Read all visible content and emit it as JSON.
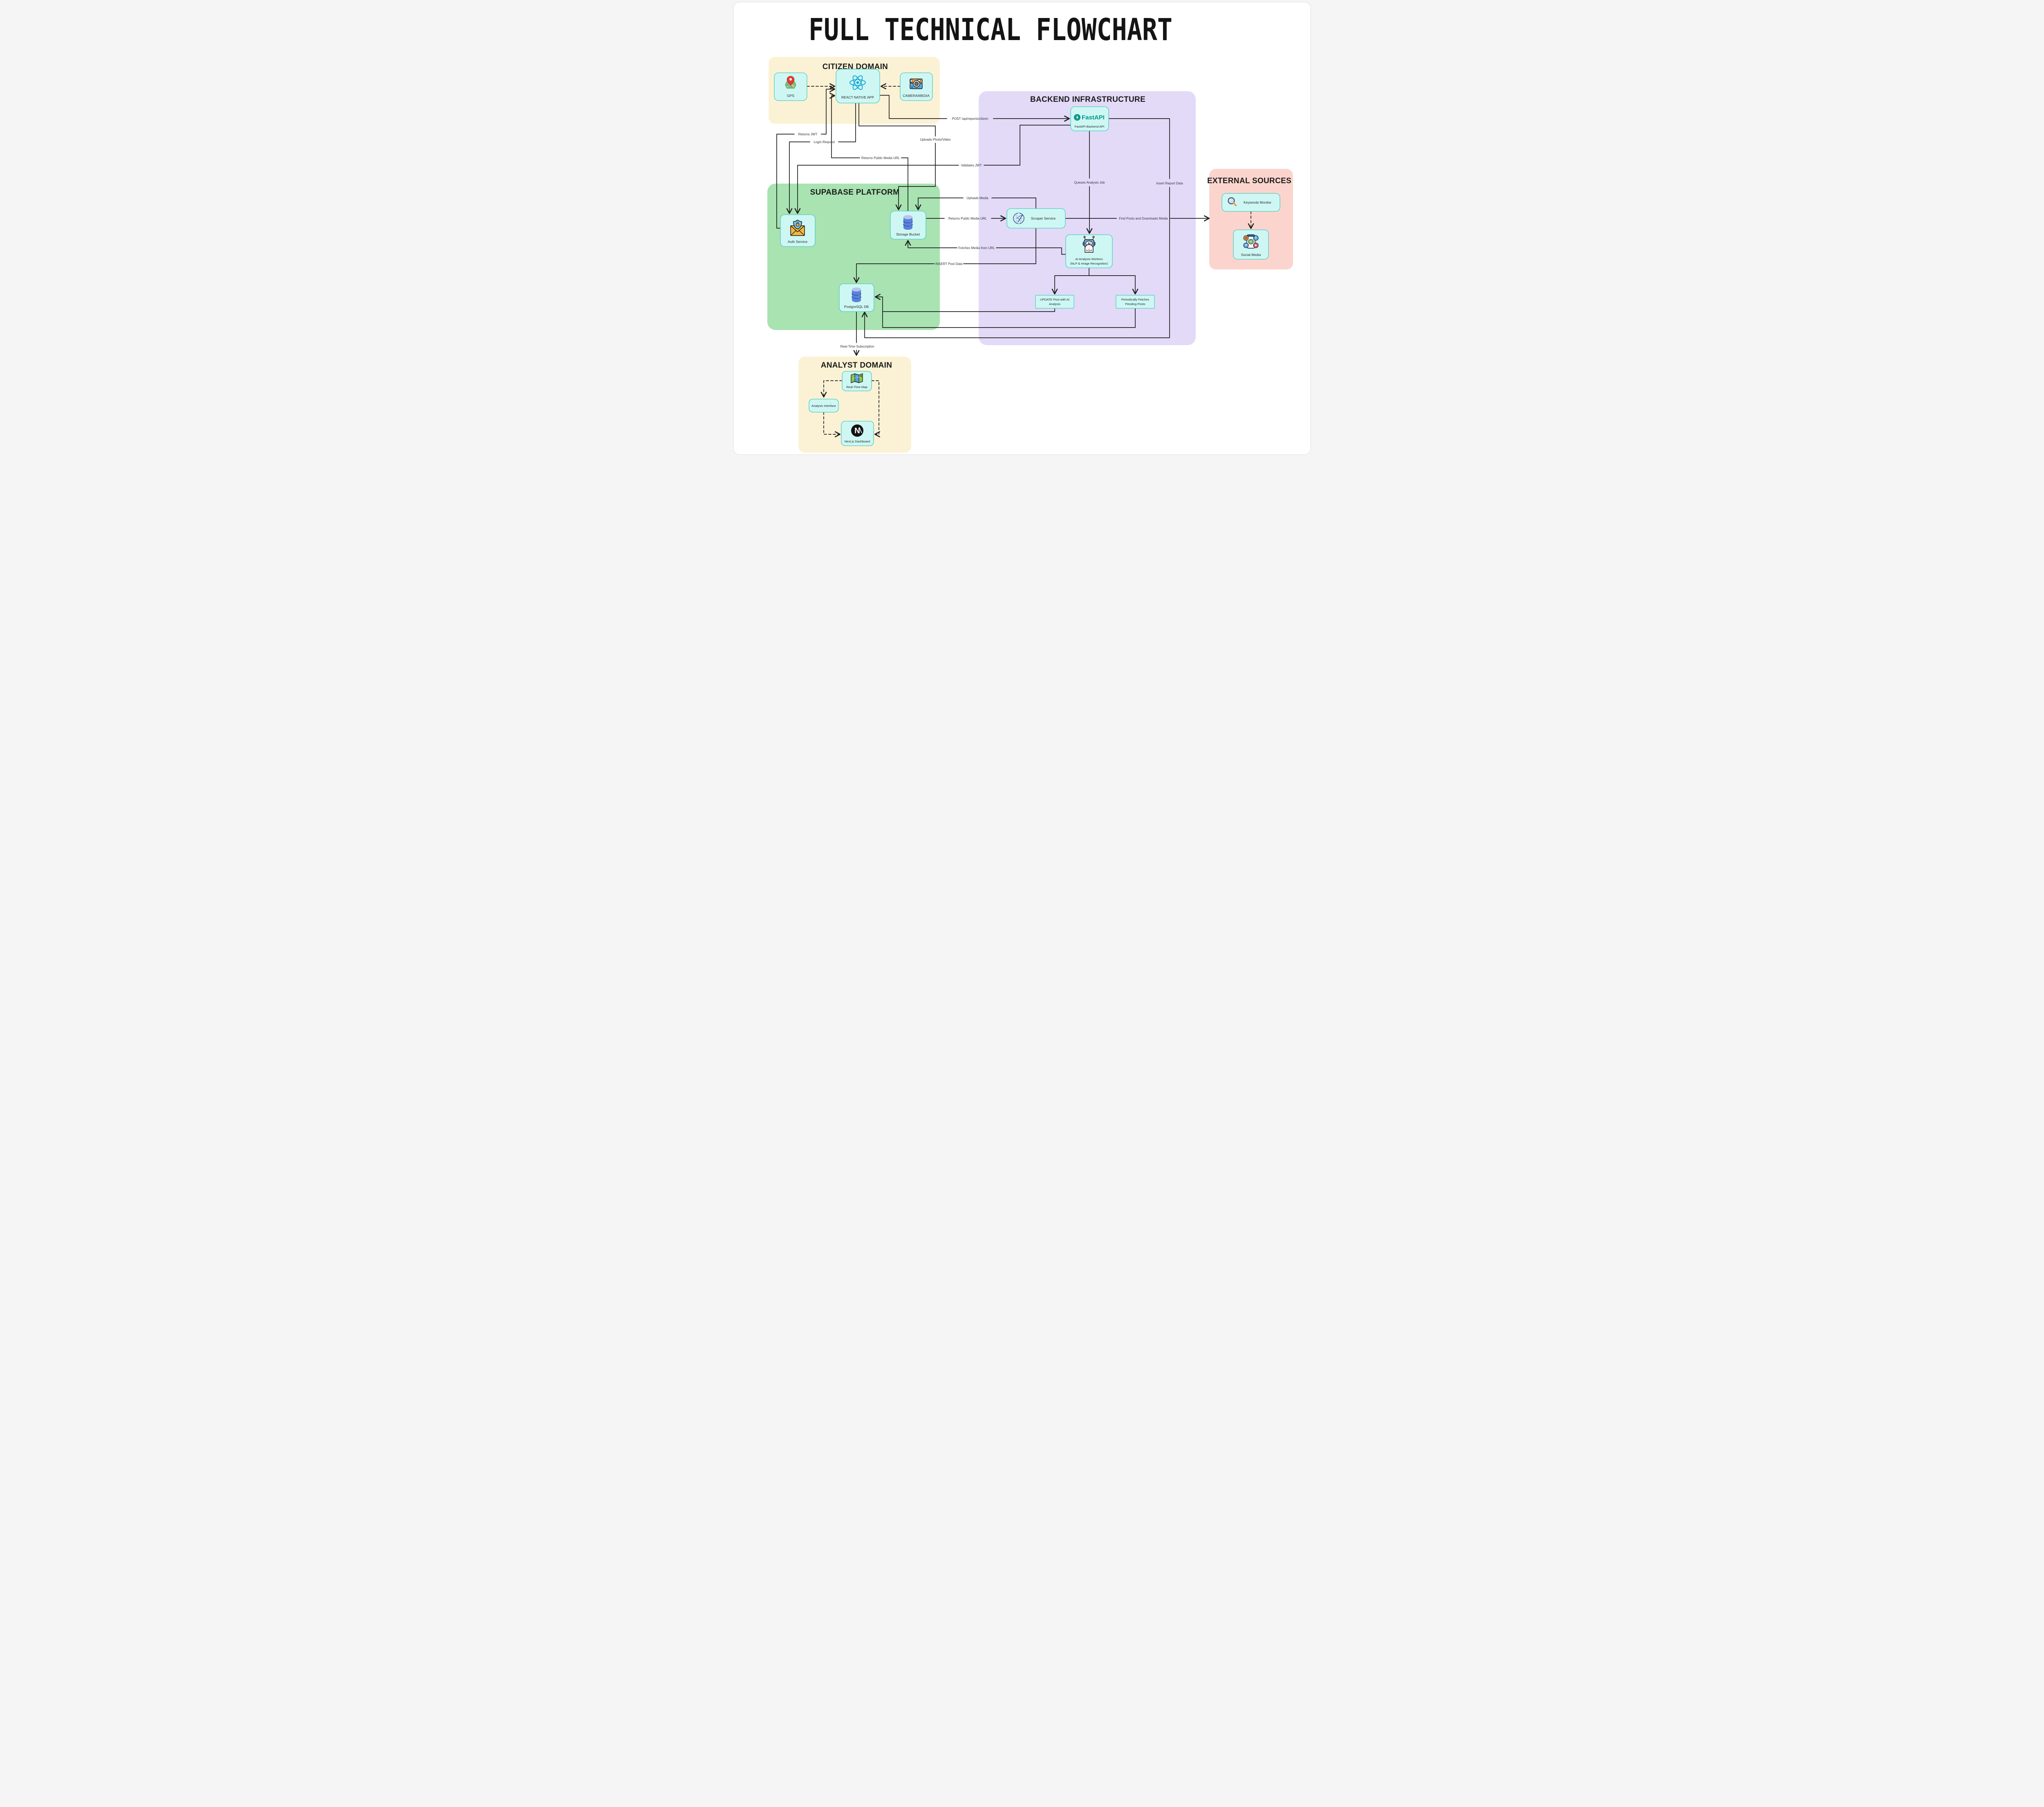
{
  "title": "FULL TECHNICAL FLOWCHART",
  "regions": {
    "citizen": {
      "title": "CITIZEN DOMAIN"
    },
    "backend": {
      "title": "BACKEND INFRASTRUCTURE"
    },
    "supabase": {
      "title": "SUPABASE PLATFORM"
    },
    "external": {
      "title": "EXTERNAL SOURCES"
    },
    "analyst": {
      "title": "ANALYST DOMAIN"
    }
  },
  "nodes": {
    "gps": {
      "label": "GPS",
      "icon": "map-pin-icon"
    },
    "react_app": {
      "label": "REACT NATIVE APP",
      "icon": "react-atom-icon"
    },
    "camera": {
      "label": "CAMERA/MEDIA",
      "icon": "camera-icon"
    },
    "fastapi": {
      "logo": "FastAPI",
      "label": "FastAPI Backend API",
      "icon": "fastapi-bolt-icon"
    },
    "auth": {
      "label": "Auth Service",
      "icon": "envelope-shield-lock-icon"
    },
    "storage": {
      "label": "Storage Bucket",
      "icon": "database-cylinder-icon"
    },
    "scraper": {
      "label": "Scraper Service",
      "icon": "globe-paper-plane-icon"
    },
    "ai_workers": {
      "label_line1": "AI Analysis Workers",
      "label_line2": "(NLP & Image Recognition)",
      "icon": "robot-ai-icon"
    },
    "update_post": {
      "label_line1": "UPDATE Post with AI",
      "label_line2": "Analysis"
    },
    "periodic_fetch": {
      "label_line1": "Periodically Fetches",
      "label_line2": "Pending Posts"
    },
    "postgres": {
      "label": "PostgreSQL DB",
      "icon": "database-cylinder-icon"
    },
    "keywords": {
      "label": "Keywords Monitor",
      "icon": "magnifier-icon"
    },
    "social": {
      "label": "Social Media",
      "icon": "phone-social-icon"
    },
    "realtime_map": {
      "label": "Real-Time Map",
      "icon": "folded-map-icon"
    },
    "analysis_interface": {
      "label": "Analysis Interface"
    },
    "nextjs": {
      "label": "Next.js Dashboard",
      "icon": "nextjs-logo-icon"
    }
  },
  "edge_labels": {
    "post_api": "POST /api/reports/citizen",
    "returns_jwt": "Returns JWT",
    "login_request": "Login Request",
    "uploads_photo": "Uploads Photo/Video",
    "returns_url_app": "Returns Public Media URL",
    "validates_jwt": "Validates JWT",
    "queues_job": "Queues Analysis Job",
    "insert_report": "Insert Report Data",
    "uploads_media": "Uploads Media",
    "returns_url_scraper": "Returns Public Media URL",
    "find_posts": "Find Posts and Downloads Media",
    "fetches_media": "Fetches Media from URL",
    "insert_post": "INSERT Post Data",
    "realtime_sub": "Real-Time Subscription"
  },
  "colors": {
    "citizen_bg": "#FBF2D5",
    "backend_bg": "#E3DAF8",
    "supabase_bg": "#A8E3B1",
    "external_bg": "#FBD5CD",
    "analyst_bg": "#FBF2D5",
    "node_fill": "#CEF7F3",
    "node_border": "#4EC8C0",
    "line": "#1c1c1c",
    "fastapi_teal": "#059688",
    "nextjs_black": "#111111"
  }
}
